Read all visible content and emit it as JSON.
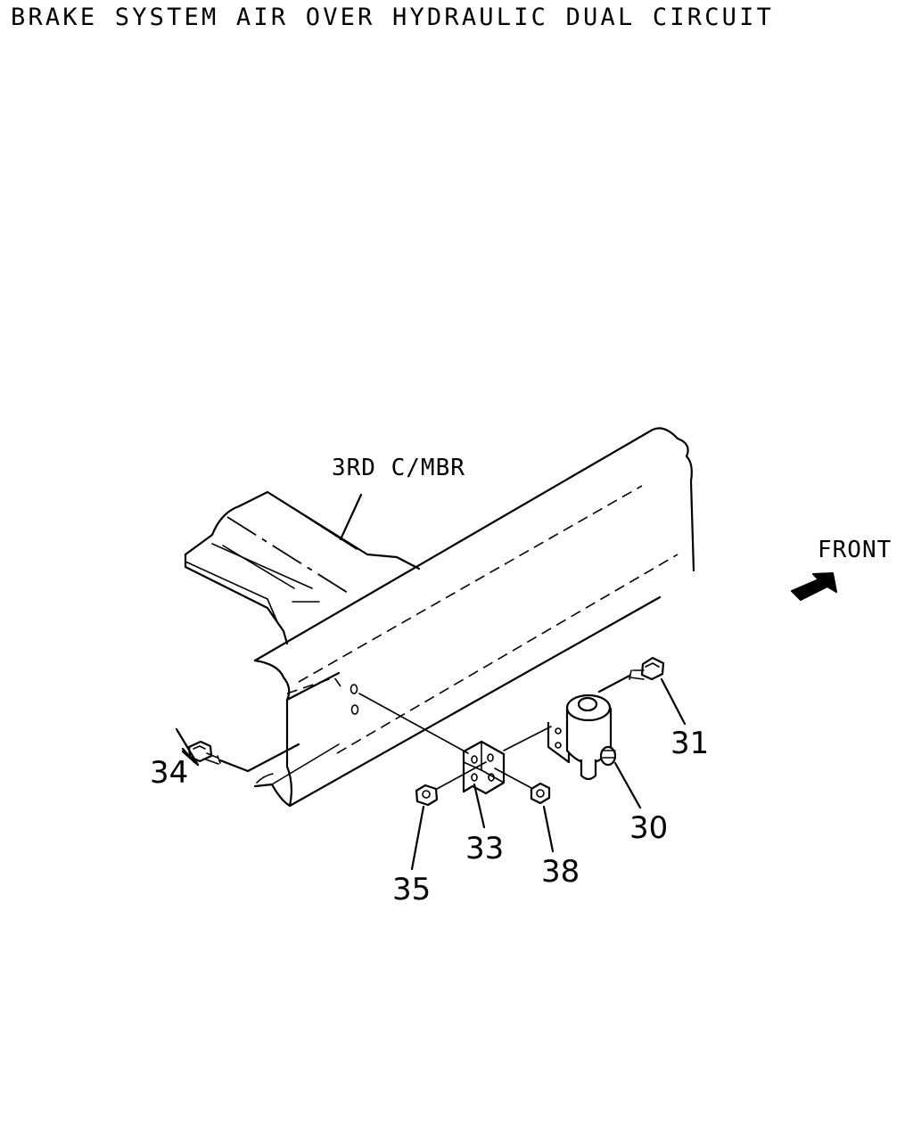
{
  "title": "BRAKE SYSTEM AIR OVER HYDRAULIC DUAL CIRCUIT",
  "labels": {
    "member": "3RD C/MBR",
    "front": "FRONT"
  },
  "callouts": {
    "p30": "30",
    "p31": "31",
    "p33": "33",
    "p34": "34",
    "p35": "35",
    "p38": "38"
  }
}
